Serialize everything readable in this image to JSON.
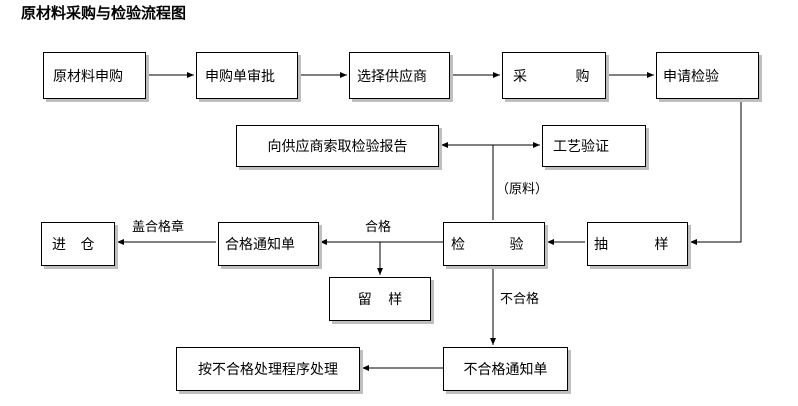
{
  "title": "原材料采购与检验流程图",
  "nodes": {
    "apply": "原材料申购",
    "approve": "申购单审批",
    "select_supplier": "选择供应商",
    "purchase": "采 购",
    "request_inspection": "申请检验",
    "supplier_report": "向供应商索取检验报告",
    "process_verify": "工艺验证",
    "warehouse": "进 仓",
    "pass_notice": "合格通知单",
    "inspect": "检 验",
    "sampling": "抽 样",
    "retain_sample": "留 样",
    "nonconform_handle": "按不合格处理程序处理",
    "fail_notice": "不合格通知单"
  },
  "edge_labels": {
    "stamp": "盖合格章",
    "pass": "合格",
    "raw_material": "（原料）",
    "fail": "不合格"
  }
}
